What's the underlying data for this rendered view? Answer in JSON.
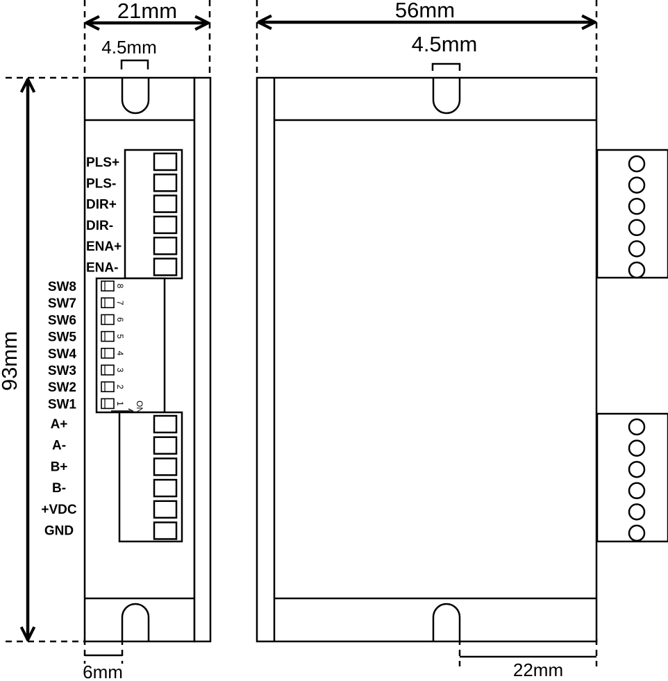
{
  "dimensions": {
    "side_width": "21mm",
    "side_slot": "4.5mm",
    "front_width": "56mm",
    "front_slot": "4.5mm",
    "height": "93mm",
    "edge_offset": "6mm",
    "slot_offset": "22mm"
  },
  "signal_pins": [
    "PLS+",
    "PLS-",
    "DIR+",
    "DIR-",
    "ENA+",
    "ENA-"
  ],
  "switches": [
    "SW8",
    "SW7",
    "SW6",
    "SW5",
    "SW4",
    "SW3",
    "SW2",
    "SW1"
  ],
  "dip_numbers": [
    "8",
    "7",
    "6",
    "5",
    "4",
    "3",
    "2",
    "1"
  ],
  "dip_on_label": "ON",
  "power_pins": [
    "A+",
    "A-",
    "B+",
    "B-",
    "+VDC",
    "GND"
  ]
}
